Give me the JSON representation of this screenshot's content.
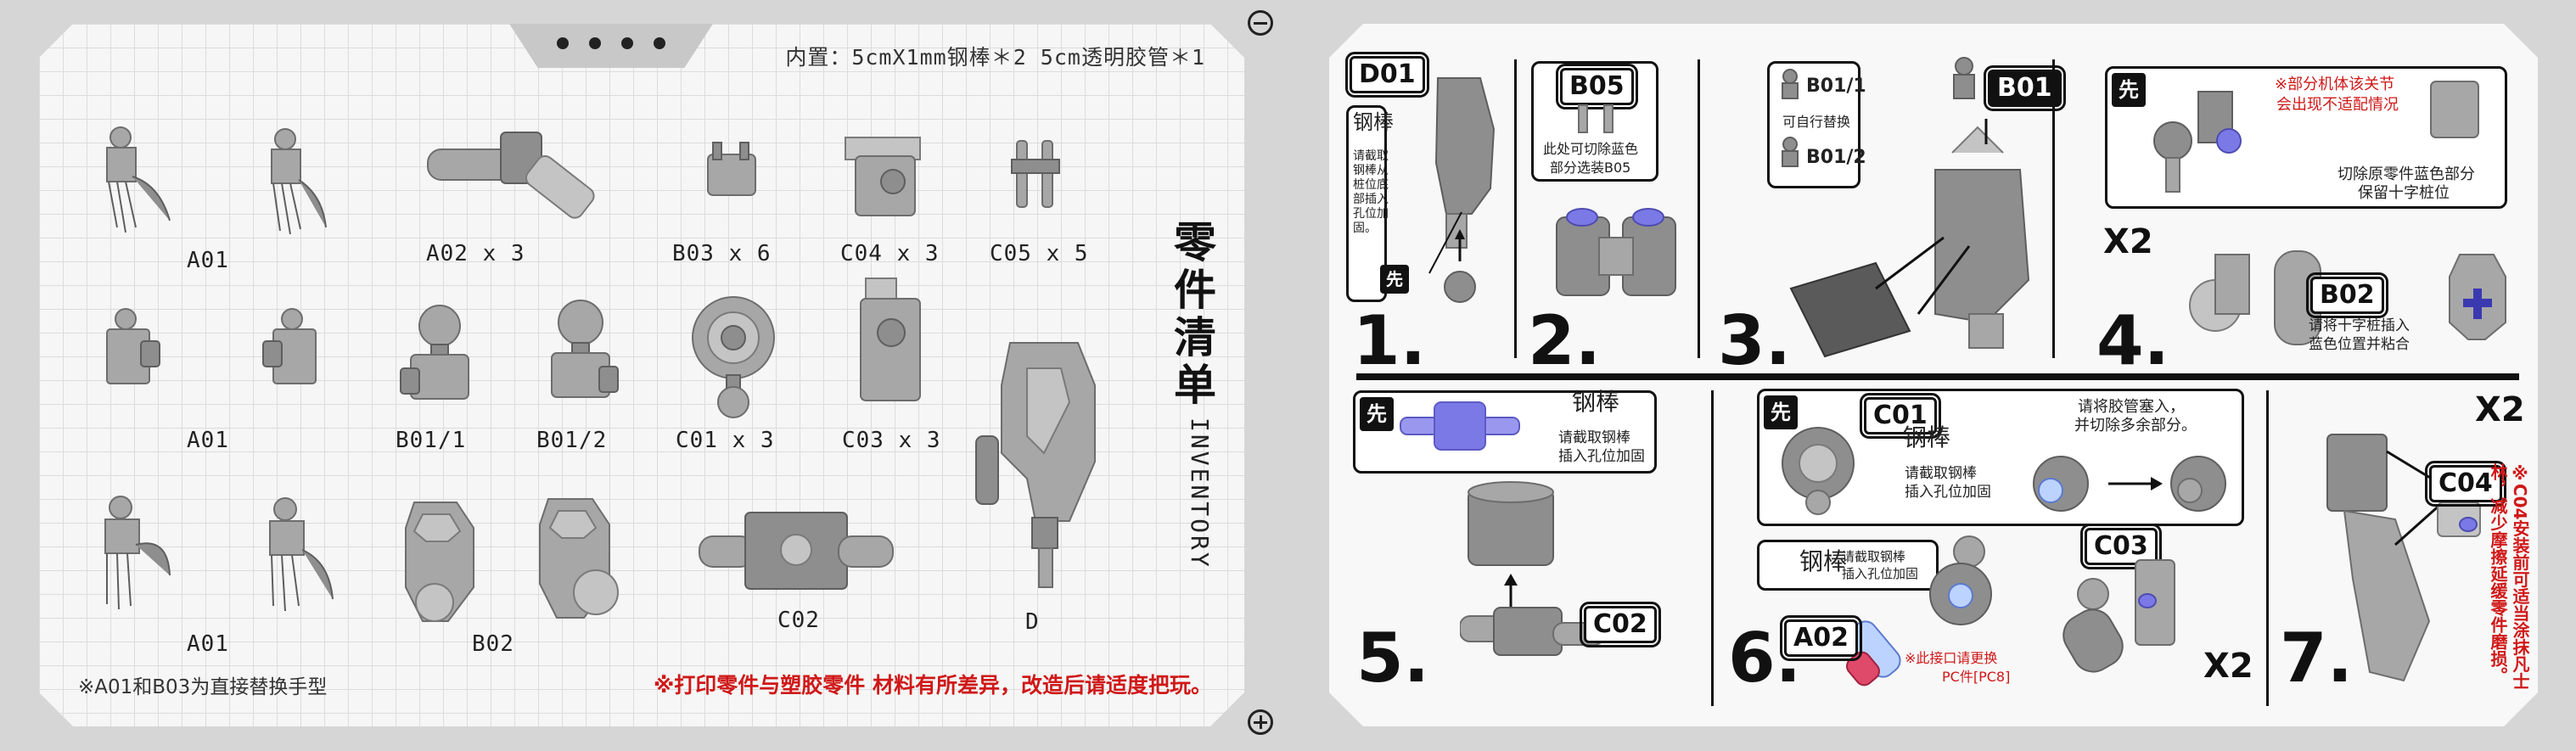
{
  "left": {
    "header": "内置：5cmX1mm钢棒＊2 5cm透明胶管＊1",
    "title": "零\n件\n清\n单",
    "subtitle": "INVENTORY",
    "parts": {
      "a01_top": "A01",
      "a02": "A02 x 3",
      "b03": "B03 x 6",
      "c04": "C04 x 3",
      "c05": "C05 x 5",
      "a01_mid": "A01",
      "b01_1": "B01/1",
      "b01_2": "B01/2",
      "c01": "C01 x 3",
      "c03": "C03 x 3",
      "a01_bot": "A01",
      "b02": "B02",
      "c02": "C02",
      "d": "D"
    },
    "note": "※A01和B03为直接替换手型",
    "warning": "※打印零件与塑胶零件 材料有所差异，改造后请适度把玩。"
  },
  "right": {
    "step1": {
      "num": "1.",
      "badge": "D01",
      "rod": "钢棒",
      "text": "请截取\n钢棒从\n桩位底\n部插入\n孔位加\n固。",
      "first": "先"
    },
    "step2": {
      "num": "2.",
      "badge": "B05",
      "text1": "此处可切除蓝色",
      "text2": "部分选装B05"
    },
    "step3": {
      "num": "3.",
      "b011": "B01/1",
      "note": "可自行替换",
      "b012": "B01/2",
      "b01": "B01"
    },
    "step4": {
      "num": "4.",
      "first": "先",
      "warn1": "※部分机体该关节",
      "warn2": "会出现不适配情况",
      "cut1": "切除原零件蓝色部分",
      "cut2": "保留十字桩位",
      "x2": "X2",
      "badge": "B02",
      "text1": "请将十字桩插入",
      "text2": "蓝色位置并粘合"
    },
    "step5": {
      "num": "5.",
      "first": "先",
      "rod": "钢棒",
      "text": "请截取钢棒",
      "text2": "插入孔位加固",
      "badge": "C02"
    },
    "step6": {
      "num": "6.",
      "first": "先",
      "badge_c01": "C01",
      "rod": "钢棒",
      "rodtext1": "请截取钢棒",
      "rodtext2": "插入孔位加固",
      "tube1": "请将胶管塞入，",
      "tube2": "并切除多余部分。",
      "rod2": "钢棒",
      "rod2text1": "请截取钢棒",
      "rod2text2": "插入孔位加固",
      "badge_a02": "A02",
      "pc1": "※此接口请更换",
      "pc2": "PC件[PC8]",
      "badge_c03": "C03",
      "x2": "X2"
    },
    "step7": {
      "num": "7.",
      "x2": "X2",
      "badge": "C04",
      "note": "※C04安装前可适当涂抹凡士林，减少摩擦延缓零件磨损。"
    }
  },
  "colors": {
    "accent_blue": "#7b79e6",
    "warning_red": "#d01818",
    "ink": "#111111"
  }
}
